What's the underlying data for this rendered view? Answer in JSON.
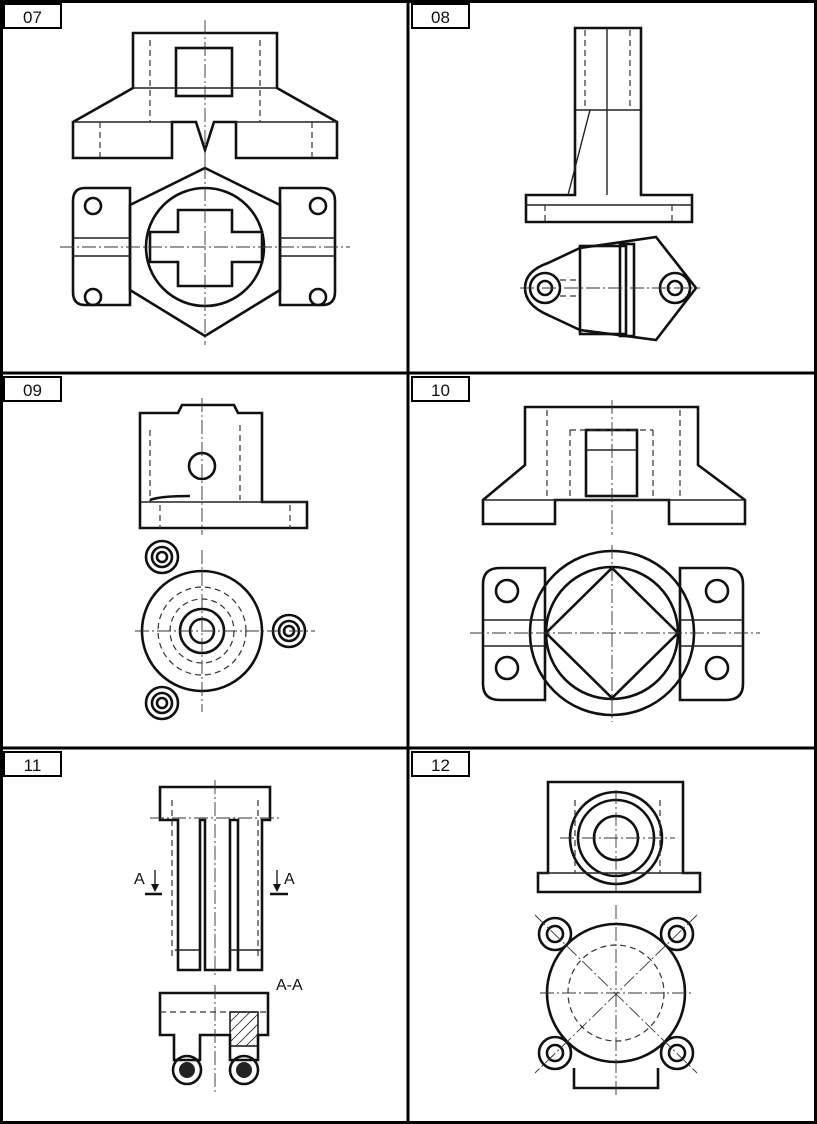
{
  "panels": [
    {
      "number": "07"
    },
    {
      "number": "08"
    },
    {
      "number": "09"
    },
    {
      "number": "10"
    },
    {
      "number": "11"
    },
    {
      "number": "12"
    }
  ],
  "section_labels": {
    "left_arrow": "A",
    "right_arrow": "A",
    "section_title": "A-A"
  }
}
